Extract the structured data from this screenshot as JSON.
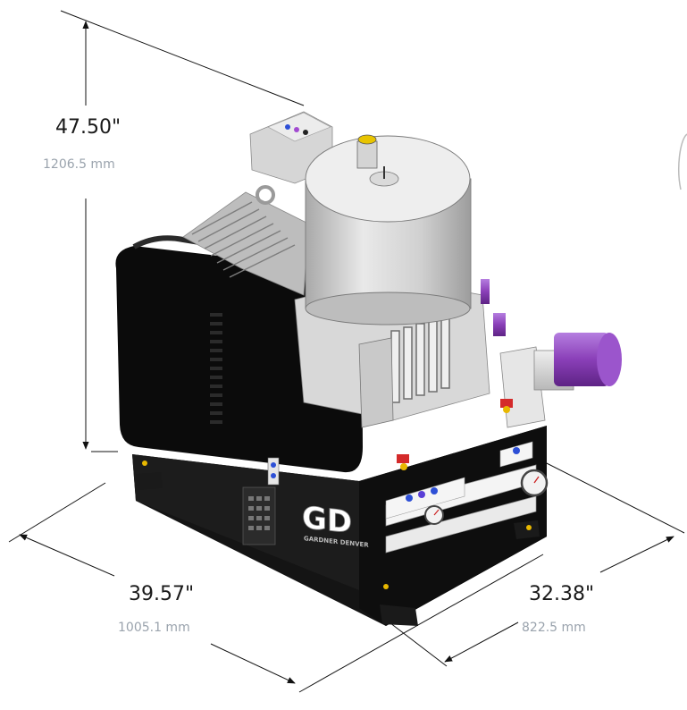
{
  "dimensions": {
    "height": {
      "imperial": "47.50\"",
      "metric": "1206.5 mm"
    },
    "length": {
      "imperial": "39.57\"",
      "metric": "1005.1 mm"
    },
    "width": {
      "imperial": "32.38\"",
      "metric": "822.5 mm"
    }
  },
  "logo": {
    "letters": "GD",
    "subtitle": "GARDNER DENVER"
  },
  "colors": {
    "frame": "#111111",
    "housing": "#dcdcdc",
    "accent_purple": "#8a3fb8",
    "valve_red": "#d42a2a",
    "valve_yellow": "#e8b800",
    "label_blue": "#2d4fd6",
    "dimension_line": "#111111",
    "metric_text": "#9aa3ad"
  }
}
